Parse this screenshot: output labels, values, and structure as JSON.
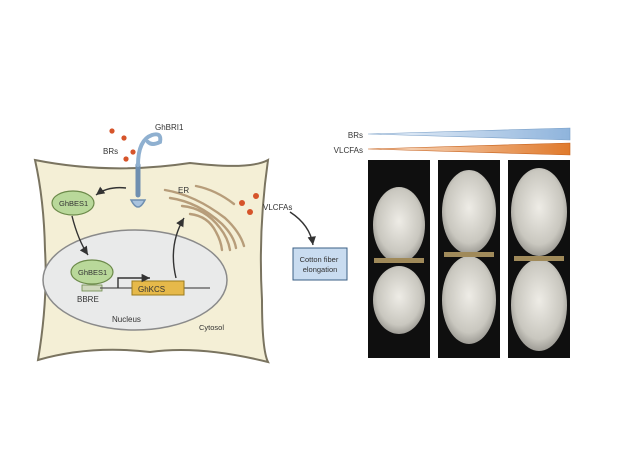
{
  "diagram": {
    "receptor_label": "GhBRI1",
    "ligand_label": "BRs",
    "tf_cytoplasm_label": "GhBES1",
    "tf_nucleus_label": "GhBES1",
    "promoter_element_label": "BBRE",
    "gene_label": "GhKCS",
    "er_label": "ER",
    "product_label": "VLCFAs",
    "process_box_label": "Cotton fiber\nelongation",
    "nucleus_label": "Nucleus",
    "cytosol_label": "Cytosol"
  },
  "gradient_legend": {
    "br_label": "BRs",
    "vlcfa_label": "VLCFAs",
    "br_color": "#8fb4dc",
    "vlcfa_color": "#e07a2c"
  },
  "photos": {
    "panel_count": 3,
    "background": "#0f0f0f",
    "fiber_color": "#d9d7d0"
  },
  "colors": {
    "cell_fill": "#f4efd6",
    "cell_stroke": "#7a7460",
    "nucleus_fill": "#e9eaea",
    "tf_fill": "#b9d89a",
    "gene_fill": "#e6b94a",
    "ligand_dot": "#d6542a",
    "process_box_fill": "#c9dcf0"
  }
}
